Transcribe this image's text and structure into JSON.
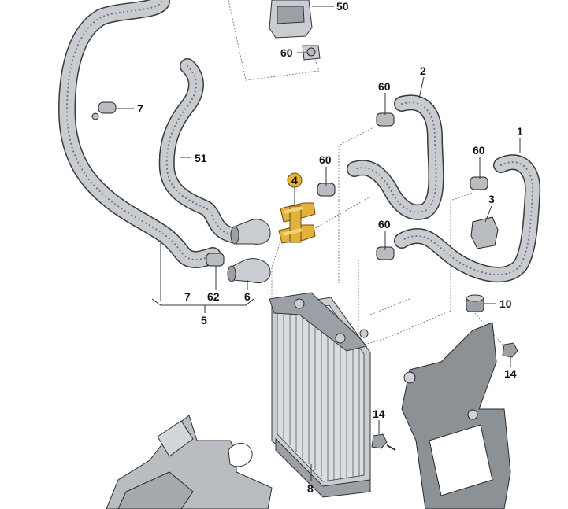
{
  "callouts": {
    "c1": "1",
    "c2": "2",
    "c3": "3",
    "c4": "4",
    "c5": "5",
    "c6": "6",
    "c7a": "7",
    "c7b": "7",
    "c8": "8",
    "c10": "10",
    "c14a": "14",
    "c14b": "14",
    "c50": "50",
    "c51": "51",
    "c60a": "60",
    "c60b": "60",
    "c60c": "60",
    "c60d": "60",
    "c60e": "60",
    "c62": "62"
  },
  "colors": {
    "highlight_part": "#e3b23c",
    "hose": "#c8ccd0",
    "metal": "#c9cdd1",
    "bracket": "#8c9196"
  }
}
